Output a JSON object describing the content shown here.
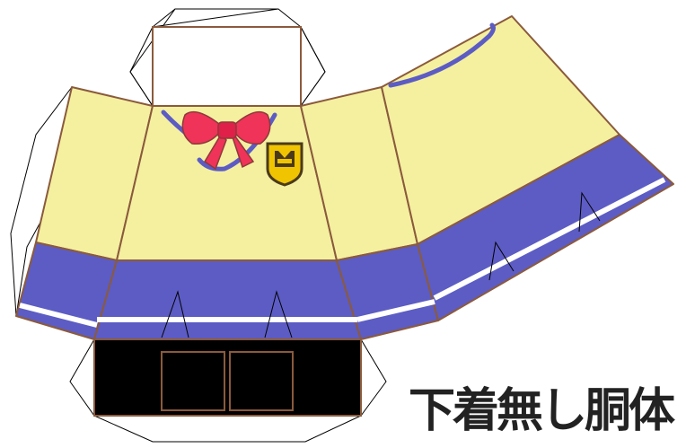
{
  "caption": "下着無し胴体",
  "colors": {
    "body_yellow": "#f4f0a0",
    "band_blue": "#5c5cc4",
    "stripe": "#ffffff",
    "outline": "#8b5a3c",
    "base_black": "#000000",
    "bow_red": "#f03358",
    "badge_yellow": "#f0c400",
    "badge_dark": "#4a3a1a",
    "collar_blue": "#5c5cc4",
    "guide_line": "#000000",
    "text": "#222222"
  },
  "parts": {
    "glue_tabs": "glue-tab",
    "neck_panel": "neck-panel",
    "bow": "ribbon-bow",
    "badge": "school-badge",
    "base": "base-panel"
  }
}
